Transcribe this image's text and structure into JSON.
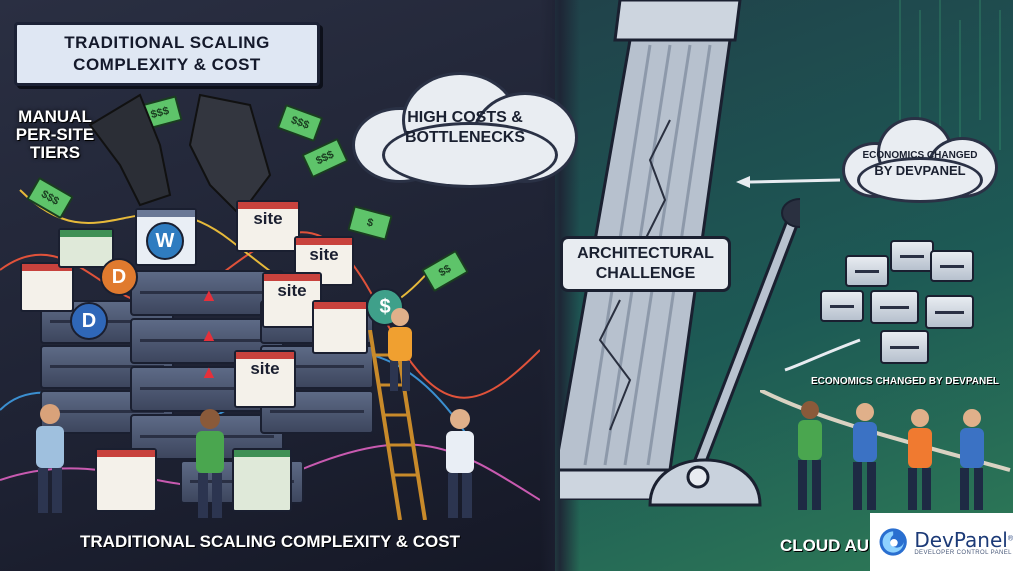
{
  "left_panel": {
    "banner_line1": "TRADITIONAL SCALING",
    "banner_line2": "COMPLEXITY & COST",
    "manual_line1": "MANUAL",
    "manual_line2": "PER-SITE",
    "manual_line3": "TIERS",
    "cloud_line1": "HIGH COSTS &",
    "cloud_line2": "BOTTLENECKS",
    "site_labels": [
      "site",
      "site",
      "site",
      "site"
    ],
    "footer": "TRADITIONAL SCALING COMPLEXITY & COST"
  },
  "right_panel": {
    "arch_line1": "ARCHITECTURAL",
    "arch_line2": "CHALLENGE",
    "econ_cloud_line1": "ECONOMICS CHANGED",
    "econ_cloud_line2": "BY DEVPANEL",
    "econ_label": "ECONOMICS CHANGED BY DEVPANEL",
    "footer_partial": "CLOUD AU"
  },
  "logo": {
    "name": "DevPanel",
    "registered": "®",
    "tagline": "DEVELOPER CONTROL PANEL"
  },
  "colors": {
    "left_bg": "#1e2233",
    "right_bg": "#1d5a55",
    "warning_red": "#e6303a",
    "money_green": "#5ec46a",
    "brand_blue": "#1c3a77"
  }
}
